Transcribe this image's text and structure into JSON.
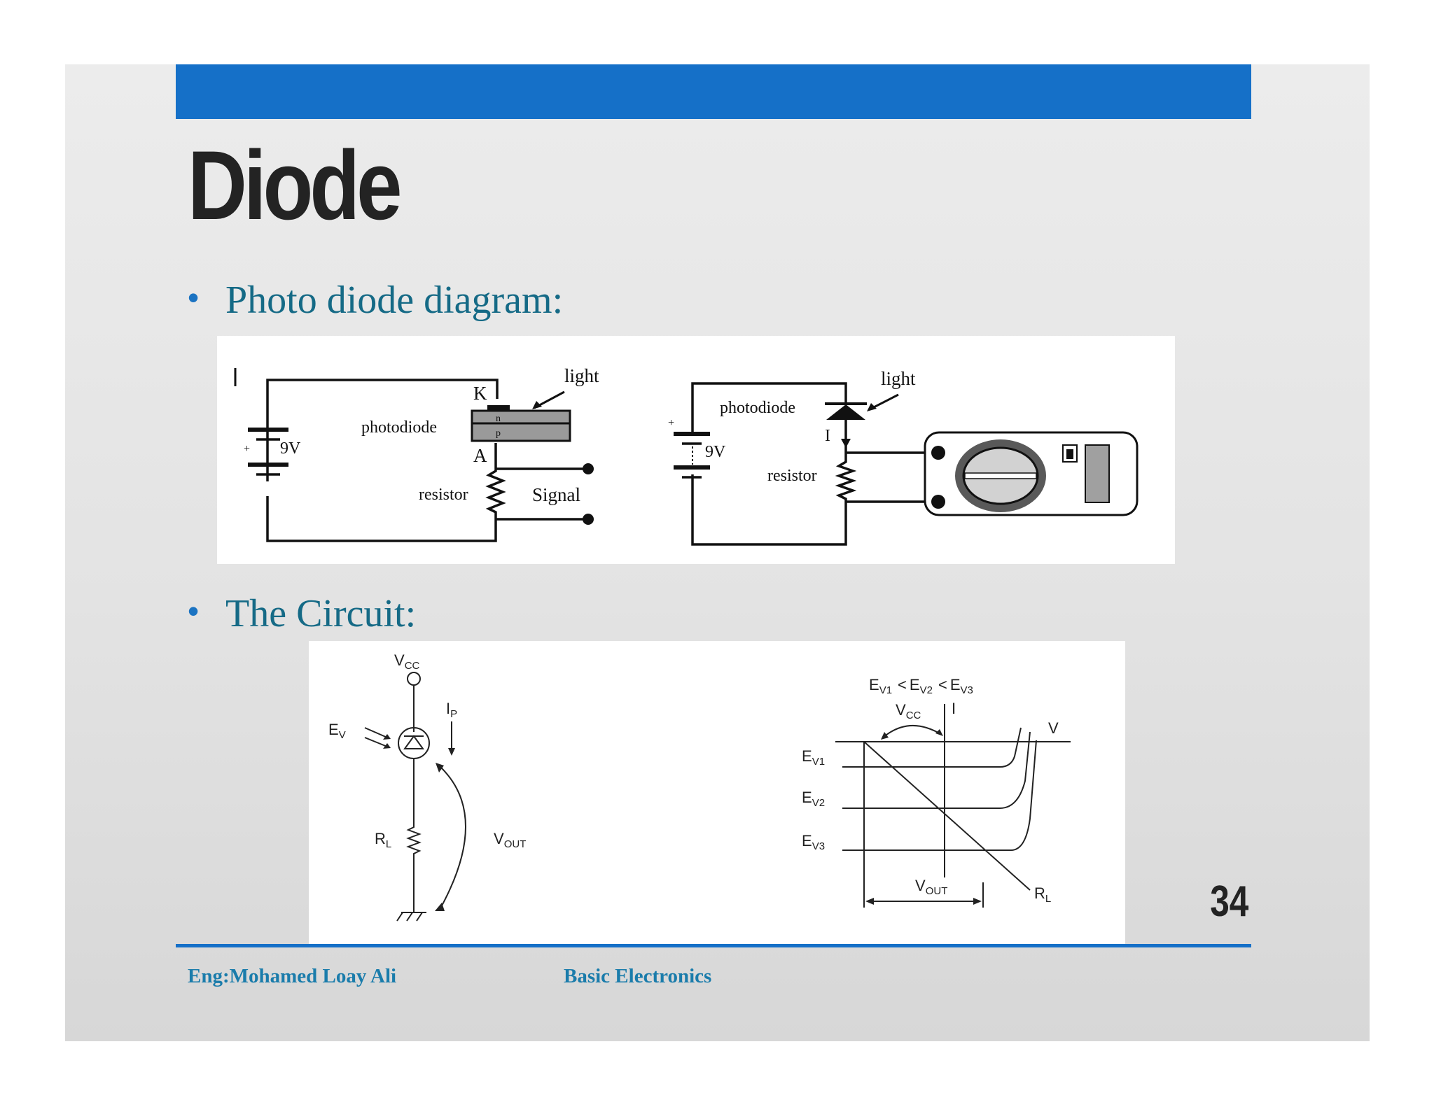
{
  "slide": {
    "title": "Diode",
    "bullets": [
      "Photo diode diagram:",
      "The Circuit:"
    ],
    "bullet_marker": "•",
    "page_number": "34",
    "footer": {
      "author": "Eng:Mohamed Loay Ali",
      "course": "Basic Electronics"
    }
  },
  "diagram1": {
    "left": {
      "current_label": "I",
      "plus": "+",
      "battery": "9V",
      "photodiode": "photodiode",
      "cathode": "K",
      "anode": "A",
      "n_layer": "n",
      "p_layer": "p",
      "light": "light",
      "resistor": "resistor",
      "signal": "Signal"
    },
    "right": {
      "plus": "+",
      "battery": "9V",
      "photodiode": "photodiode",
      "light": "light",
      "current_label": "I",
      "resistor": "resistor"
    }
  },
  "diagram2": {
    "circuit": {
      "vcc": {
        "main": "V",
        "sub": "CC"
      },
      "ev": {
        "main": "E",
        "sub": "V"
      },
      "ip": {
        "main": "I",
        "sub": "P"
      },
      "rl": {
        "main": "R",
        "sub": "L"
      },
      "vout": {
        "main": "V",
        "sub": "OUT"
      }
    },
    "graph": {
      "legend": [
        {
          "main": "E",
          "sub": "V1"
        },
        "<",
        {
          "main": "E",
          "sub": "V2"
        },
        "<",
        {
          "main": "E",
          "sub": "V3"
        }
      ],
      "vcc": {
        "main": "V",
        "sub": "CC"
      },
      "i_axis": "I",
      "v_axis": "V",
      "curves": [
        {
          "main": "E",
          "sub": "V1"
        },
        {
          "main": "E",
          "sub": "V2"
        },
        {
          "main": "E",
          "sub": "V3"
        }
      ],
      "vout": {
        "main": "V",
        "sub": "OUT"
      },
      "rl": {
        "main": "R",
        "sub": "L"
      }
    }
  },
  "colors": {
    "accent_bar": "#1570c8",
    "bullet_text": "#156a86",
    "footer_text": "#1a7cab",
    "title_text": "#232323"
  }
}
